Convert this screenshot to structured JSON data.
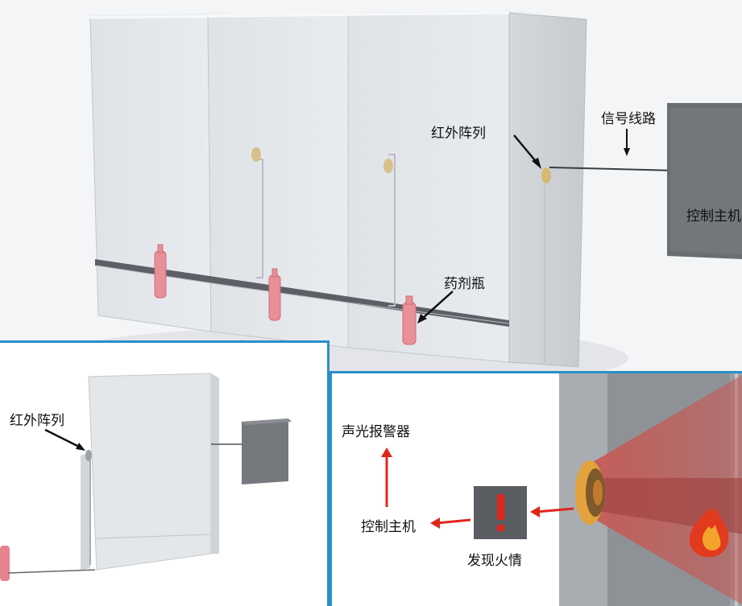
{
  "main_scene": {
    "label_ir_array": "红外阵列",
    "label_signal_line": "信号线路",
    "label_control_host": "控制主机",
    "label_agent_bottle": "药剂瓶"
  },
  "inset_left": {
    "label_ir_array": "红外阵列"
  },
  "inset_right": {
    "label_alarm": "声光报警器",
    "label_control_host": "控制主机",
    "label_fire_detected": "发现火情"
  },
  "colors": {
    "inset_border": "#2a8fc9",
    "arrow_red": "#e0261b",
    "cabinet": "#e3e6ea",
    "bottle": "#e89098",
    "host_box": "#666a6e",
    "ir_beam": "#c55a55"
  },
  "icons": [
    "exclamation-icon",
    "fire-icon",
    "ir-sensor-icon"
  ]
}
